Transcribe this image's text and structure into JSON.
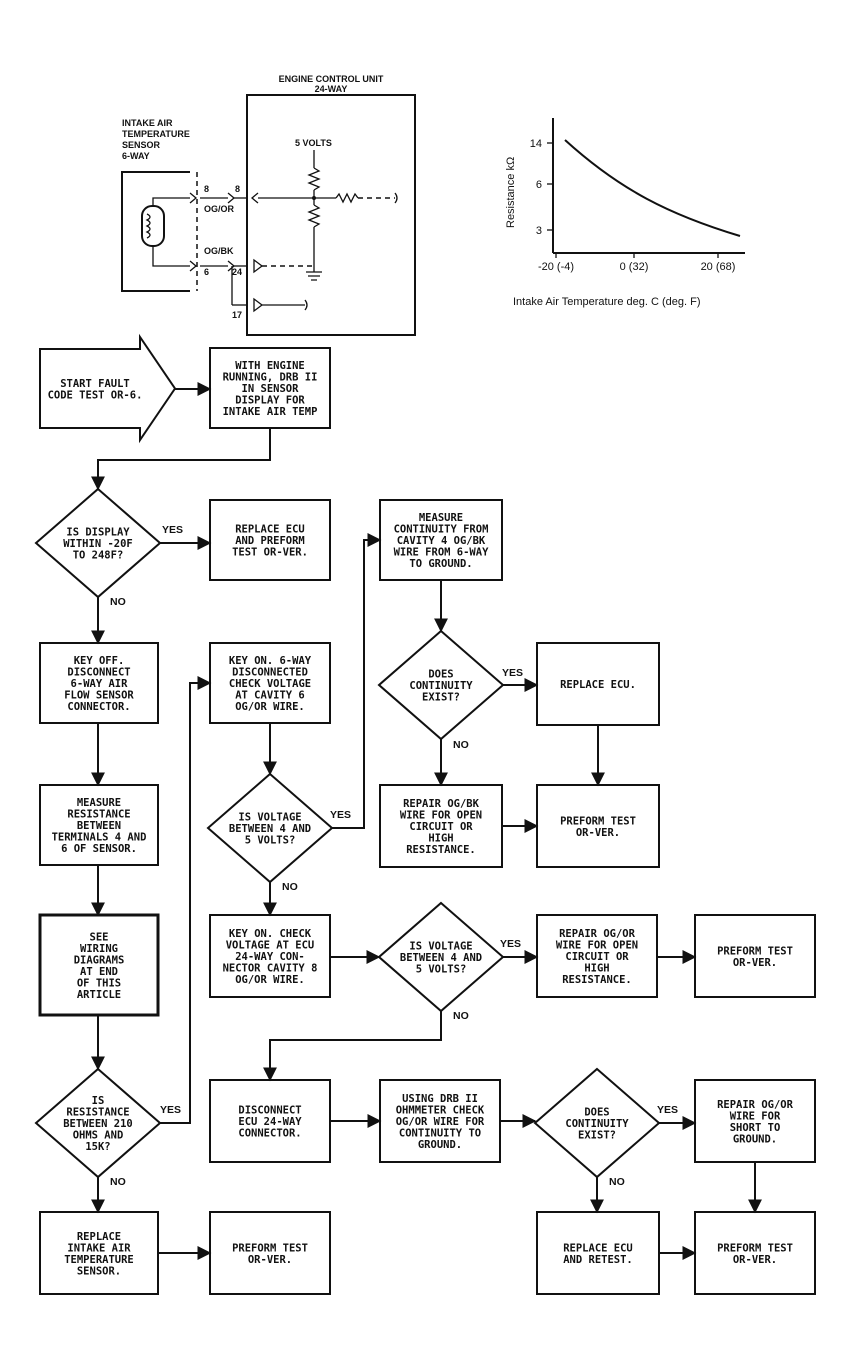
{
  "schematic": {
    "ecu_title": "ENGINE CONTROL UNIT",
    "ecu_sub": "24-WAY",
    "sensor_title": [
      "INTAKE AIR",
      "TEMPERATURE",
      "SENSOR",
      "6-WAY"
    ],
    "volts": "5 VOLTS",
    "pin_a": "8",
    "pin_b": "6",
    "pin_c": "24",
    "pin_d": "17",
    "wire_top": "OG/OR",
    "wire_bottom": "OG/BK"
  },
  "graph": {
    "ylabel": "Resistance kΩ",
    "yticks": [
      "14",
      "6",
      "3"
    ],
    "xticks": [
      "-20 (-4)",
      "0 (32)",
      "20 (68)"
    ],
    "xlabel": "Intake  Air Temperature deg. C (deg. F)"
  },
  "flow": {
    "start": [
      "START FAULT",
      "CODE TEST OR-6."
    ],
    "step_ddl": [
      "WITH ENGINE",
      "RUNNING, DRB II",
      "IN SENSOR",
      "DISPLAY FOR",
      "INTAKE AIR TEMP"
    ],
    "dec_display": [
      "IS DISPLAY",
      "WITHIN -20F",
      "TO 248F?"
    ],
    "replace_ecu_ver": [
      "REPLACE ECU",
      "AND PREFORM",
      "TEST OR-VER."
    ],
    "key_off": [
      "KEY OFF.",
      "DISCONNECT",
      "6-WAY AIR",
      "FLOW SENSOR",
      "CONNECTOR."
    ],
    "measure_res": [
      "MEASURE",
      "RESISTANCE",
      "BETWEEN",
      "TERMINALS 4 AND",
      "6 OF SENSOR."
    ],
    "see_wiring": [
      "SEE",
      "WIRING",
      "DIAGRAMS",
      "AT END",
      "OF THIS",
      "ARTICLE"
    ],
    "dec_resist": [
      "IS",
      "RESISTANCE",
      "BETWEEN 210",
      "OHMS AND",
      "15K?"
    ],
    "replace_sensor": [
      "REPLACE",
      "INTAKE AIR",
      "TEMPERATURE",
      "SENSOR."
    ],
    "perform_a": [
      "PREFORM TEST",
      "OR-VER."
    ],
    "key_on_6way": [
      "KEY ON. 6-WAY",
      "DISCONNECTED",
      "CHECK VOLTAGE",
      "AT CAVITY 6",
      "OG/OR WIRE."
    ],
    "dec_volt1": [
      "IS VOLTAGE",
      "BETWEEN 4 AND",
      "5 VOLTS?"
    ],
    "key_on_ecu": [
      "KEY ON. CHECK",
      "VOLTAGE AT ECU",
      "24-WAY CON-",
      "NECTOR CAVITY 8",
      "OG/OR WIRE."
    ],
    "dec_volt2": [
      "IS VOLTAGE",
      "BETWEEN 4 AND",
      "5 VOLTS?"
    ],
    "repair_open_or": [
      "REPAIR OG/OR",
      "WIRE FOR OPEN",
      "CIRCUIT OR",
      "HIGH",
      "RESISTANCE."
    ],
    "perform_b": [
      "PREFORM TEST",
      "OR-VER."
    ],
    "measure_cont": [
      "MEASURE",
      "CONTINUITY FROM",
      "CAVITY 4 OG/BK",
      "WIRE FROM 6-WAY",
      "TO GROUND."
    ],
    "dec_cont1": [
      "DOES",
      "CONTINUITY",
      "EXIST?"
    ],
    "replace_ecu": [
      "REPLACE ECU."
    ],
    "repair_open_bk": [
      "REPAIR OG/BK",
      "WIRE FOR OPEN",
      "CIRCUIT OR",
      "HIGH",
      "RESISTANCE."
    ],
    "perform_c": [
      "PREFORM TEST",
      "OR-VER."
    ],
    "disconnect_ecu": [
      "DISCONNECT",
      "ECU 24-WAY",
      "CONNECTOR."
    ],
    "using_drb": [
      "USING DRB II",
      "OHMMETER CHECK",
      "OG/OR WIRE FOR",
      "CONTINUITY TO",
      "GROUND."
    ],
    "dec_cont2": [
      "DOES",
      "CONTINUITY",
      "EXIST?"
    ],
    "repair_short": [
      "REPAIR OG/OR",
      "WIRE FOR",
      "SHORT TO",
      "GROUND."
    ],
    "replace_retest": [
      "REPLACE ECU",
      "AND RETEST."
    ],
    "perform_d": [
      "PREFORM TEST",
      "OR-VER."
    ],
    "yes": "YES",
    "no": "NO"
  }
}
